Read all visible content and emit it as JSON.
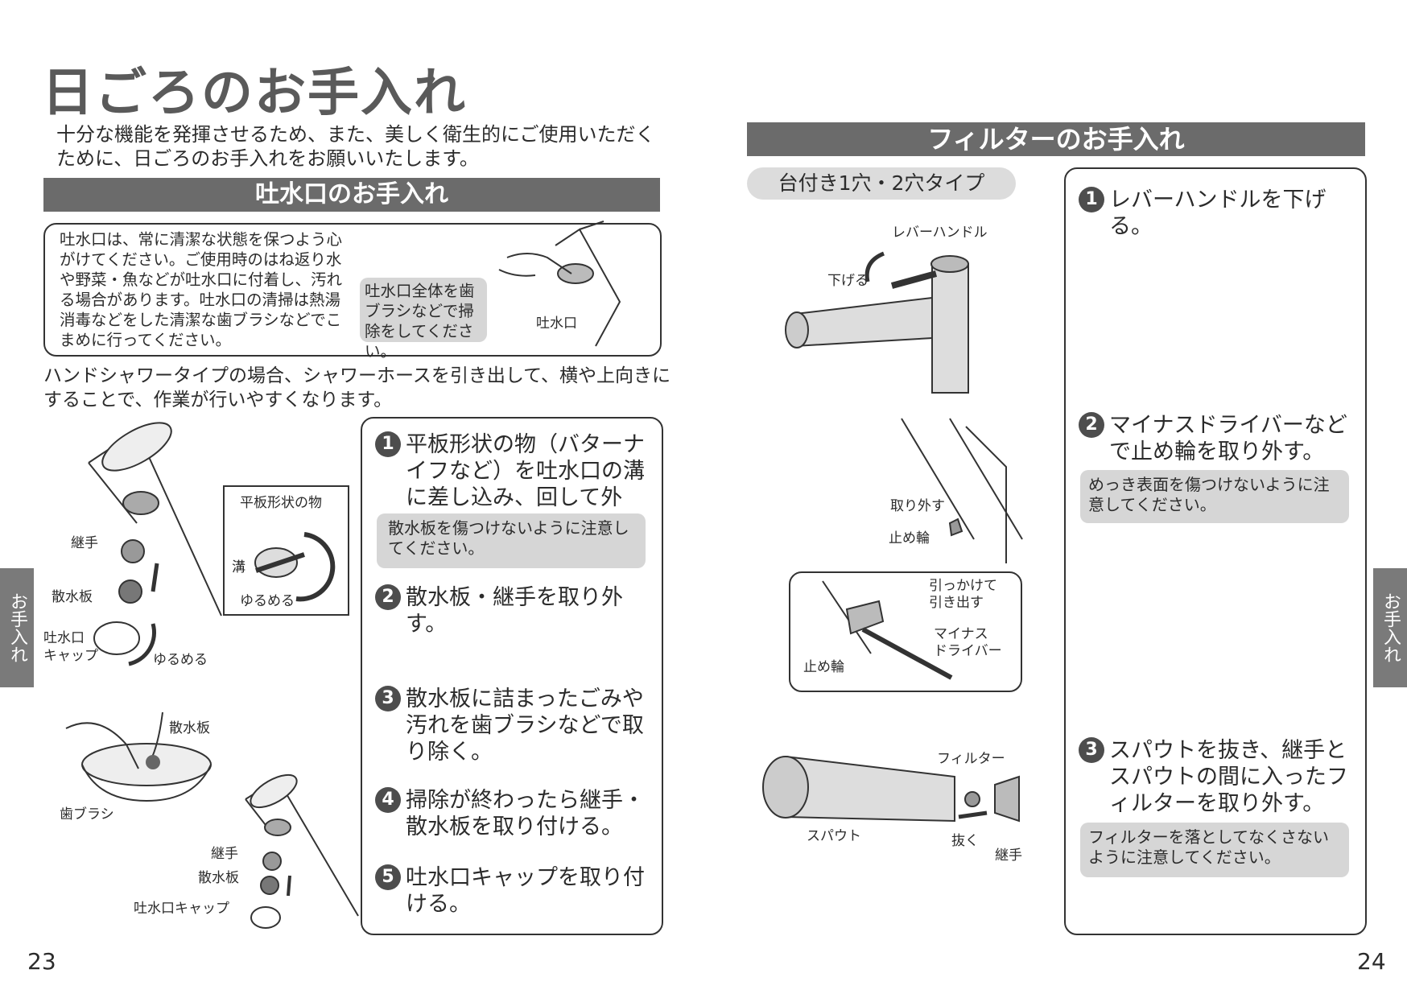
{
  "page": {
    "title": "日ごろのお手入れ",
    "intro": "十分な機能を発揮させるため、また、美しく衛生的にご使用いただくために、日ごろのお手入れをお願いいたします。",
    "page_left": "23",
    "page_right": "24",
    "side_tab": "お手入れ"
  },
  "spout": {
    "heading": "吐水口のお手入れ",
    "notice_text": "吐水口は、常に清潔な状態を保つよう心がけてください。ご使用時のはね返り水や野菜・魚などが吐水口に付着し、汚れる場合があります。吐水口の清掃は熱湯消毒などをした清潔な歯ブラシなどでこまめに行ってください。",
    "notice_tip": "吐水口全体を歯ブラシなどで掃除をしてください。",
    "notice_label": "吐水口",
    "hand_shower_note": "ハンドシャワータイプの場合、シャワーホースを引き出して、横や上向きにすることで、作業が行いやすくなります。",
    "labels": {
      "flat_object": "平板形状の物",
      "groove": "溝",
      "loosen": "ゆるめる",
      "joint": "継手",
      "diffuser": "散水板",
      "cap": "吐水口\nキャップ",
      "cap_one": "吐水口キャップ",
      "loosen2": "ゆるめる",
      "diffuser2": "散水板",
      "toothbrush": "歯ブラシ",
      "joint2": "継手",
      "diffuser3": "散水板"
    },
    "steps": [
      {
        "num": "1",
        "text": "平板形状の物（バターナイフなど）を吐水口の溝に差し込み、回して外す。"
      },
      {
        "num": "2",
        "text": "散水板・継手を取り外す。"
      },
      {
        "num": "3",
        "text": "散水板に詰まったごみや汚れを歯ブラシなどで取り除く。"
      },
      {
        "num": "4",
        "text": "掃除が終わったら継手・散水板を取り付ける。"
      },
      {
        "num": "5",
        "text": "吐水口キャップを取り付ける。"
      }
    ],
    "step1_caution": "散水板を傷つけないように注意してください。"
  },
  "filter": {
    "heading": "フィルターのお手入れ",
    "type_pill": "台付き1穴・2穴タイプ",
    "labels": {
      "lever_handle": "レバーハンドル",
      "lower": "下げる",
      "remove": "取り外す",
      "stop_ring": "止め輪",
      "hook_pull": "引っかけて\n引き出す",
      "flat_driver": "マイナス\nドライバー",
      "stop_ring2": "止め輪",
      "filter_label": "フィルター",
      "spout_label": "スパウト",
      "pull_out": "抜く",
      "joint_label": "継手"
    },
    "steps": [
      {
        "num": "1",
        "text": "レバーハンドルを下げる。"
      },
      {
        "num": "2",
        "text": "マイナスドライバーなどで止め輪を取り外す。"
      },
      {
        "num": "3",
        "text": "スパウトを抜き、継手とスパウトの間に入ったフィルターを取り外す。"
      }
    ],
    "step2_caution": "めっき表面を傷つけないように注意してください。",
    "step3_caution": "フィルターを落としてなくさないように注意してください。"
  }
}
